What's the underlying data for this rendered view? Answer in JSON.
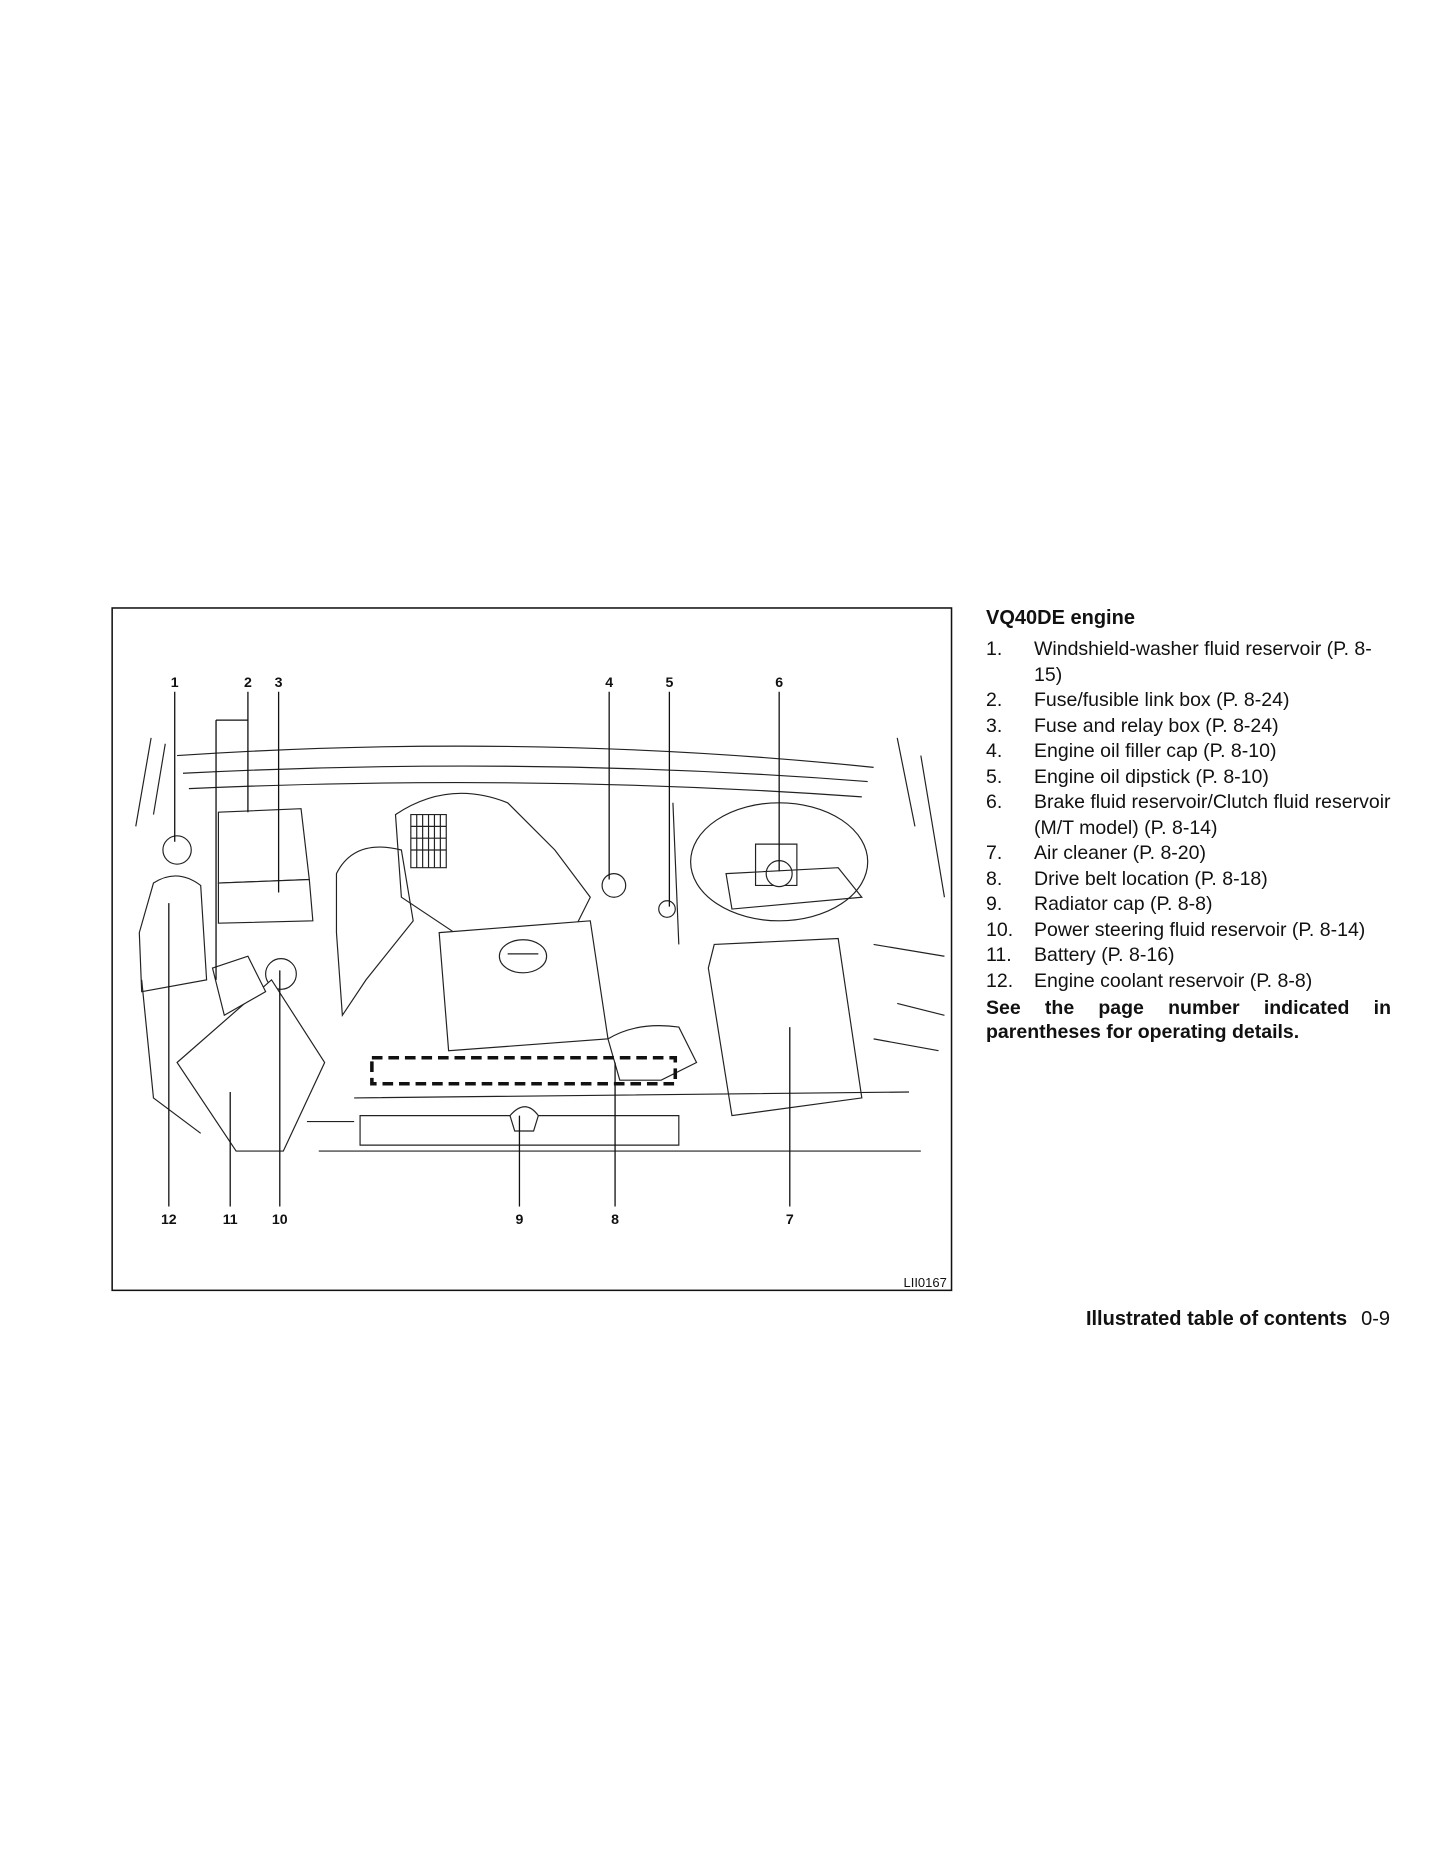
{
  "figure": {
    "code": "LII0167",
    "callouts_top": [
      "1",
      "2",
      "3",
      "4",
      "5",
      "6"
    ],
    "callouts_bottom": [
      "12",
      "11",
      "10",
      "9",
      "8",
      "7"
    ]
  },
  "legend": {
    "title": "VQ40DE engine",
    "items": [
      {
        "num": "1.",
        "text": "Windshield-washer fluid reservoir (P. 8-15)"
      },
      {
        "num": "2.",
        "text": "Fuse/fusible link box (P. 8-24)"
      },
      {
        "num": "3.",
        "text": "Fuse and relay box (P. 8-24)"
      },
      {
        "num": "4.",
        "text": "Engine oil filler cap (P. 8-10)"
      },
      {
        "num": "5.",
        "text": "Engine oil dipstick (P. 8-10)"
      },
      {
        "num": "6.",
        "text": "Brake fluid reservoir/Clutch fluid reservoir (M/T model) (P. 8-14)"
      },
      {
        "num": "7.",
        "text": "Air cleaner (P. 8-20)"
      },
      {
        "num": "8.",
        "text": "Drive belt location (P. 8-18)"
      },
      {
        "num": "9.",
        "text": "Radiator cap (P. 8-8)"
      },
      {
        "num": "10.",
        "text": "Power steering fluid reservoir (P. 8-14)"
      },
      {
        "num": "11.",
        "text": "Battery (P. 8-16)"
      },
      {
        "num": "12.",
        "text": "Engine coolant reservoir (P. 8-8)"
      }
    ],
    "note": "See the page number indicated in parentheses for operating details."
  },
  "footer": {
    "section": "Illustrated table of contents",
    "page": "0-9"
  }
}
